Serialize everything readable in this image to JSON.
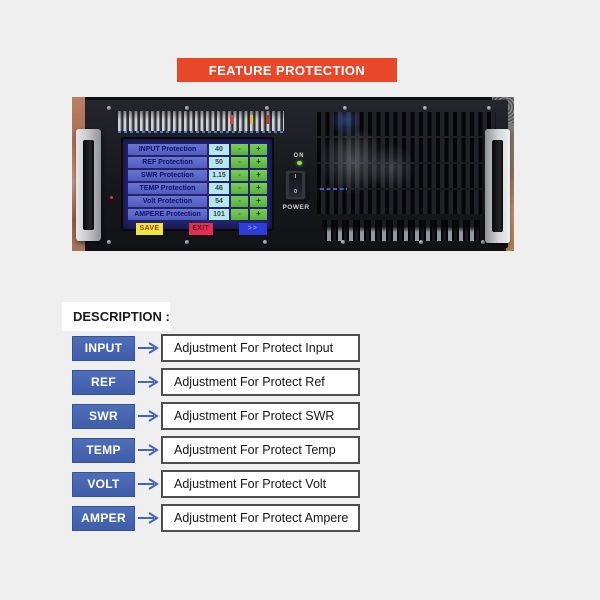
{
  "banner": {
    "label": "FEATURE PROTECTION",
    "bg_color": "#E8472A",
    "text_color": "#FFFFFF"
  },
  "device": {
    "power": {
      "on_label": "ON",
      "power_label": "POWER",
      "switch_top": "I",
      "switch_bottom": "0"
    },
    "lcd": {
      "rows": [
        {
          "label": "INPUT Protection",
          "value": "40"
        },
        {
          "label": "REF Protection",
          "value": "50"
        },
        {
          "label": "SWR Protection",
          "value": "1.15"
        },
        {
          "label": "TEMP Protection",
          "value": "46"
        },
        {
          "label": "Volt Protection",
          "value": "54"
        },
        {
          "label": "AMPERE Protection",
          "value": "101"
        }
      ],
      "minus_label": "-",
      "plus_label": "+",
      "buttons": {
        "save": "SAVE",
        "exit": "EXIT",
        "next": ">>"
      },
      "colors": {
        "row_label_bg": "#5A64C8",
        "value_bg": "#B5E8EA",
        "adjust_button_bg": "#67C24C",
        "save_bg": "#ECE73C",
        "exit_bg": "#E52D51",
        "next_bg": "#2E3CD8",
        "screen_bg": "#23246A"
      }
    }
  },
  "description": {
    "heading": "DESCRIPTION :",
    "accent_color": "#4565B0",
    "rows": [
      {
        "label": "INPUT",
        "text": "Adjustment For Protect Input"
      },
      {
        "label": "REF",
        "text": "Adjustment For Protect Ref"
      },
      {
        "label": "SWR",
        "text": "Adjustment For Protect SWR"
      },
      {
        "label": "TEMP",
        "text": "Adjustment For Protect Temp"
      },
      {
        "label": "VOLT",
        "text": "Adjustment For Protect Volt"
      },
      {
        "label": "AMPER",
        "text": "Adjustment For Protect Ampere"
      }
    ]
  }
}
